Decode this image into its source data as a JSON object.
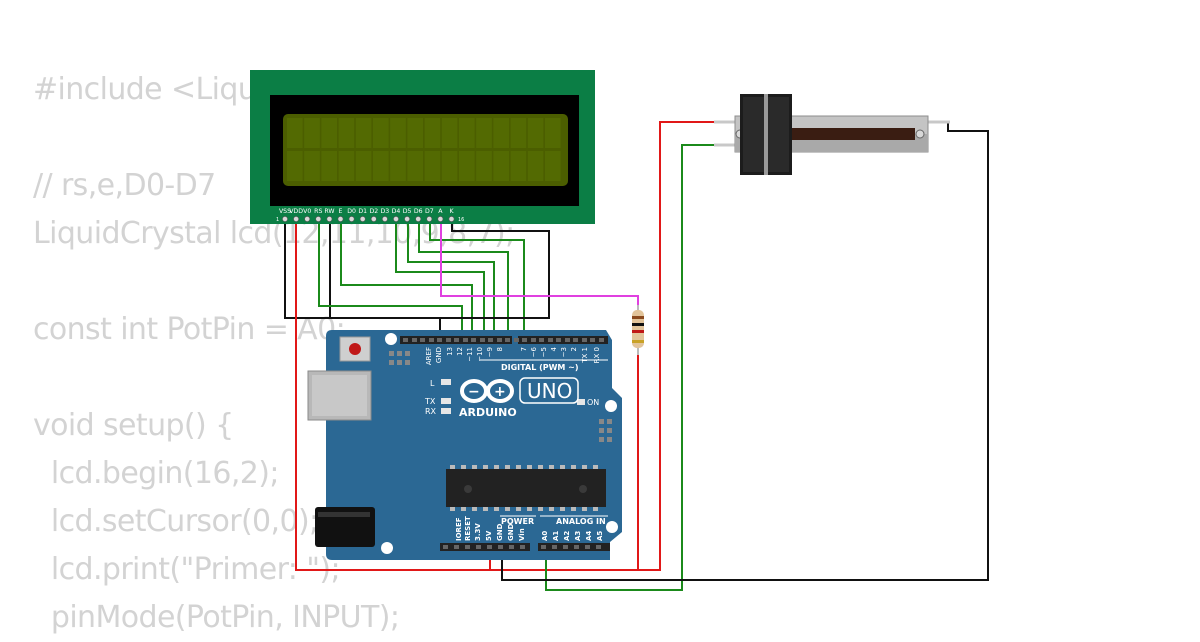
{
  "code_lines": [
    "#include <LiquidCrystal.h>",
    "",
    "// rs,e,D0-D7",
    "LiquidCrystal lcd(12,11,10,9,8,7);",
    "",
    "const int PotPin = A0;",
    "",
    "void setup() {",
    "  lcd.begin(16,2);",
    "  lcd.setCursor(0,0);",
    "  lcd.print(\"Primer: \");",
    "  pinMode(PotPin, INPUT);"
  ],
  "lcd": {
    "pin_labels": [
      "VSS",
      "VDD",
      "V0",
      "RS",
      "RW",
      "E",
      "D0",
      "D1",
      "D2",
      "D3",
      "D4",
      "D5",
      "D6",
      "D7",
      "A",
      "K"
    ],
    "first_pin": "1",
    "last_pin": "16"
  },
  "arduino": {
    "brand": "ARDUINO",
    "model": "UNO",
    "digital_label": "DIGITAL (PWM ~)",
    "power_label": "POWER",
    "analog_label": "ANALOG IN",
    "on_label": "ON",
    "l_label": "L",
    "tx_label": "TX",
    "rx_label": "RX",
    "top_pins": [
      "AREF",
      "GND",
      "13",
      "12",
      "~11",
      "~10",
      "~9",
      "8",
      "7",
      "~6",
      "~5",
      "4",
      "~3",
      "2",
      "TX 1",
      "RX 0"
    ],
    "power_pins": [
      "IOREF",
      "RESET",
      "3.3V",
      "5V",
      "GND",
      "GND",
      "Vin"
    ],
    "analog_pins": [
      "A0",
      "A1",
      "A2",
      "A3",
      "A4",
      "A5"
    ]
  },
  "colors": {
    "lcd_pcb": "#0b7e45",
    "lcd_screen": "#4b5e00",
    "board": "#2b6894",
    "wire_red": "#e11818",
    "wire_green": "#1b8a1b",
    "wire_black": "#111111",
    "wire_magenta": "#e040e0"
  }
}
